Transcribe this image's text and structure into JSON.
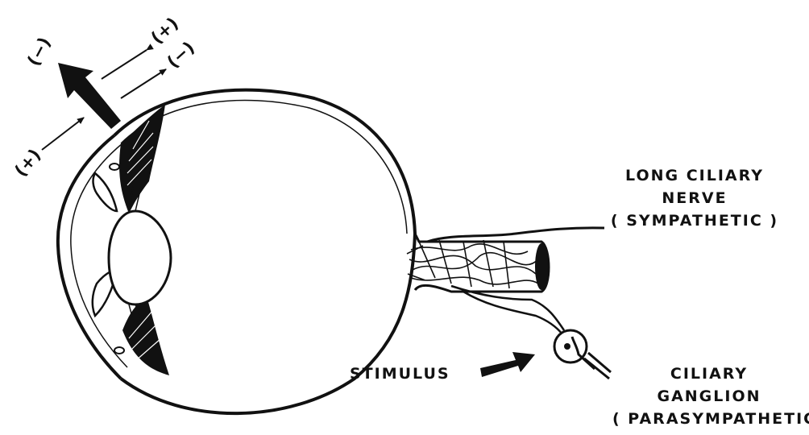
{
  "labels": {
    "long_ciliary_nerve_line1": "LONG CILIARY",
    "long_ciliary_nerve_line2": "NERVE",
    "long_ciliary_nerve_line3": "( SYMPATHETIC )",
    "stimulus": "STIMULUS",
    "ciliary_ganglion_line1": "CILIARY",
    "ciliary_ganglion_line2": "GANGLION",
    "ciliary_ganglion_line3": "( PARASYMPATHETIC )"
  },
  "signs": {
    "big_arrow_sign": "(−)",
    "outward_plus": "(+)",
    "outward_minus": "(−)",
    "inward_plus": "(+)"
  },
  "colors": {
    "ink": "#111111",
    "paper": "#ffffff"
  }
}
